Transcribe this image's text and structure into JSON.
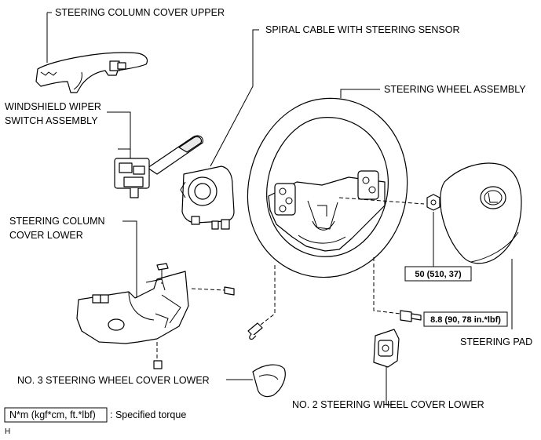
{
  "labels": {
    "steering_column_cover_upper": "STEERING COLUMN COVER UPPER",
    "spiral_cable": "SPIRAL CABLE  WITH STEERING SENSOR",
    "steering_wheel_assembly": "STEERING WHEEL ASSEMBLY",
    "windshield_wiper_line1": "WINDSHIELD WIPER",
    "windshield_wiper_line2": "SWITCH ASSEMBLY",
    "steering_column_cover_lower_line1": "STEERING COLUMN",
    "steering_column_cover_lower_line2": "COVER LOWER",
    "steering_pad": "STEERING PAD",
    "no3_cover_lower": "NO. 3 STEERING WHEEL COVER LOWER",
    "no2_cover_lower": "NO. 2 STEERING WHEEL COVER LOWER"
  },
  "torques": {
    "nut": "50 (510, 37)",
    "bolt": "8.8 (90, 78 in.*lbf)"
  },
  "legend": {
    "unit": "N*m (kgf*cm, ft.*lbf)",
    "text": ": Specified torque"
  },
  "corner_mark": "H"
}
